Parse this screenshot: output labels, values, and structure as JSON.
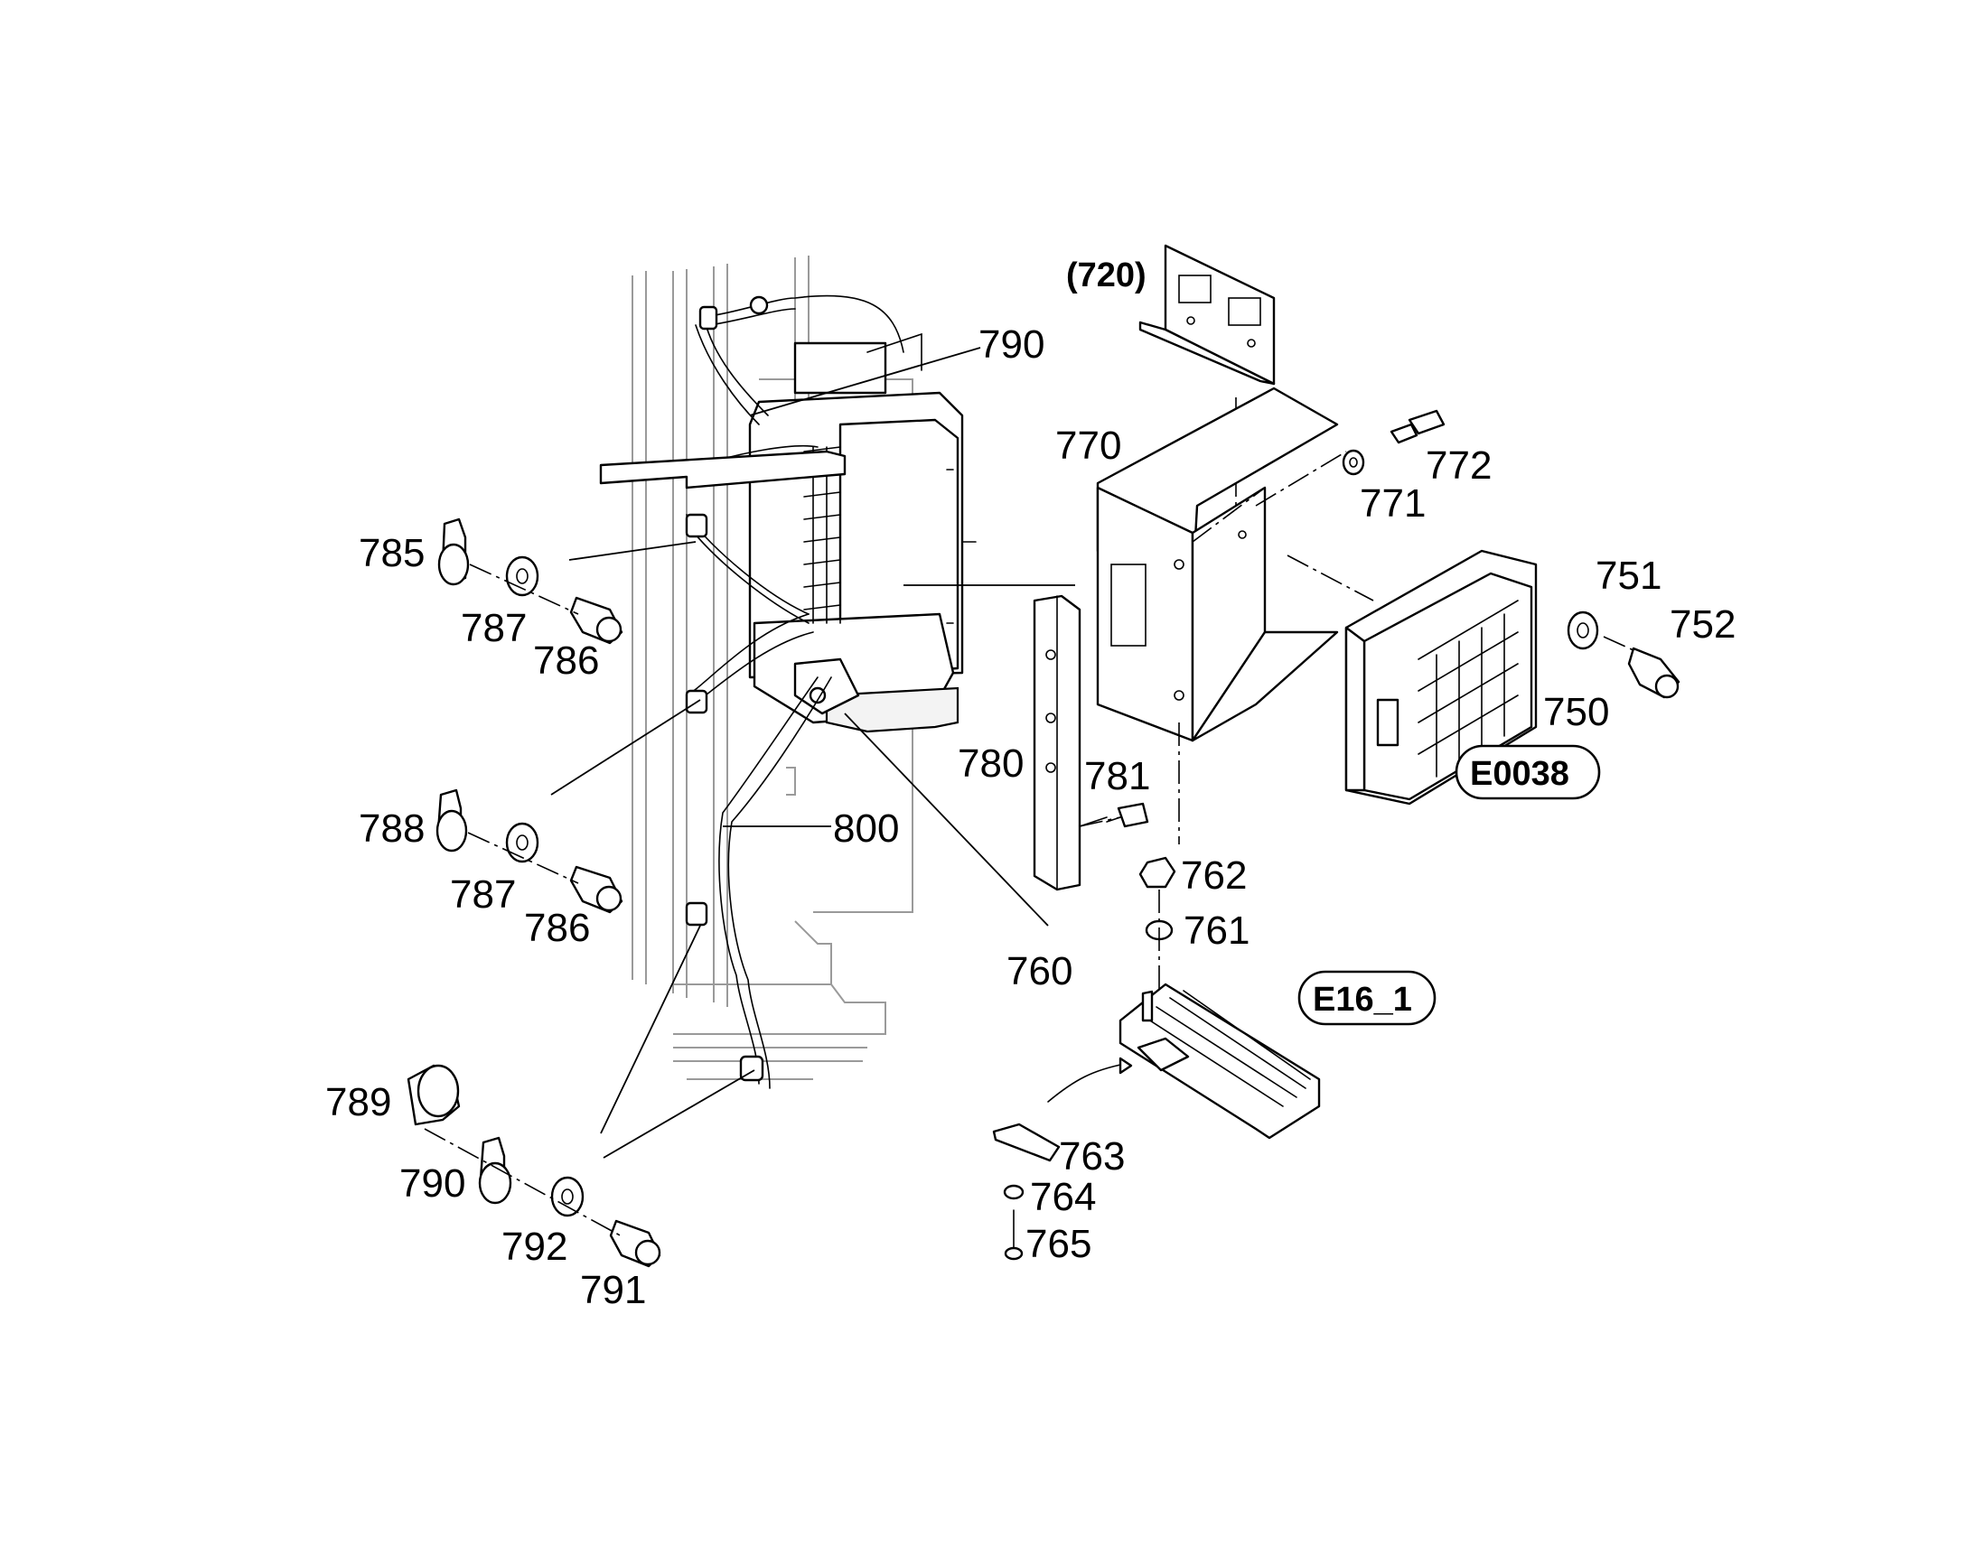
{
  "callouts": {
    "c720": "(720)",
    "c790_top": "790",
    "c770": "770",
    "c772": "772",
    "c771": "771",
    "c751": "751",
    "c752": "752",
    "c785": "785",
    "c787_a": "787",
    "c786_a": "786",
    "c750": "750",
    "c780": "780",
    "c781": "781",
    "c788": "788",
    "c800": "800",
    "c762": "762",
    "c787_b": "787",
    "c786_b": "786",
    "c761": "761",
    "c760": "760",
    "c789": "789",
    "c763": "763",
    "c790_bottom": "790",
    "c764": "764",
    "c792": "792",
    "c765": "765",
    "c791": "791"
  },
  "references": {
    "e0038": "E0038",
    "e16_1": "E16_1"
  }
}
